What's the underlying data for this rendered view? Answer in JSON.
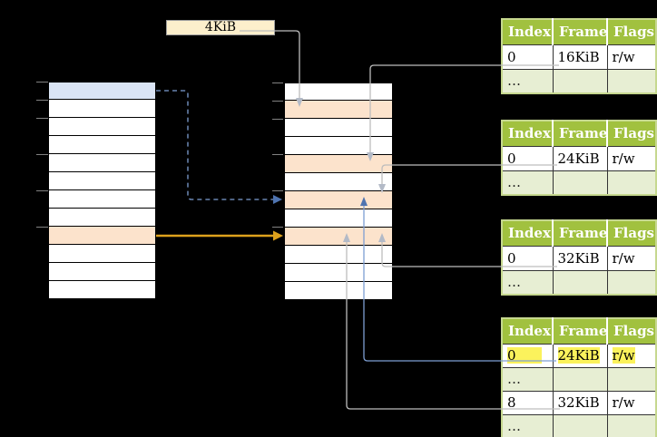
{
  "labels": {
    "page_size": "4KiB"
  },
  "memory": {
    "virtual_column": {
      "rows": 12,
      "blue_rows": [
        0
      ],
      "peach_rows": [
        8
      ]
    },
    "physical_column": {
      "rows": 12,
      "peach_rows": [
        1,
        4,
        6,
        8
      ]
    }
  },
  "page_tables": [
    {
      "headers": [
        "Index",
        "Frame",
        "Flags"
      ],
      "rows": [
        {
          "cells": [
            "0",
            "16KiB",
            "r/w"
          ]
        },
        {
          "cells": [
            "…",
            "",
            ""
          ]
        }
      ]
    },
    {
      "headers": [
        "Index",
        "Frame",
        "Flags"
      ],
      "rows": [
        {
          "cells": [
            "0",
            "24KiB",
            "r/w"
          ]
        },
        {
          "cells": [
            "…",
            "",
            ""
          ]
        }
      ]
    },
    {
      "headers": [
        "Index",
        "Frame",
        "Flags"
      ],
      "rows": [
        {
          "cells": [
            "0",
            "32KiB",
            "r/w"
          ]
        },
        {
          "cells": [
            "…",
            "",
            ""
          ]
        }
      ]
    },
    {
      "headers": [
        "Index",
        "Frame",
        "Flags"
      ],
      "rows": [
        {
          "cells": [
            "0",
            "24KiB",
            "r/w"
          ],
          "highlighted": true
        },
        {
          "cells": [
            "…",
            "",
            ""
          ]
        },
        {
          "cells": [
            "8",
            "32KiB",
            "r/w"
          ]
        },
        {
          "cells": [
            "…",
            "",
            ""
          ]
        }
      ]
    }
  ],
  "colors": {
    "background": "#000000",
    "virtual_page_blue": "#dae4f5",
    "page_peach": "#fce3cc",
    "label_cream": "#fcefcc",
    "table_header_green": "#a1c13f",
    "table_dots_row": "#e7eed3",
    "highlight_yellow": "#fbf25c",
    "arrow_gray": "#bdbdbd",
    "arrow_blue": "#7d9ed2",
    "arrow_orange": "#dda11c"
  }
}
